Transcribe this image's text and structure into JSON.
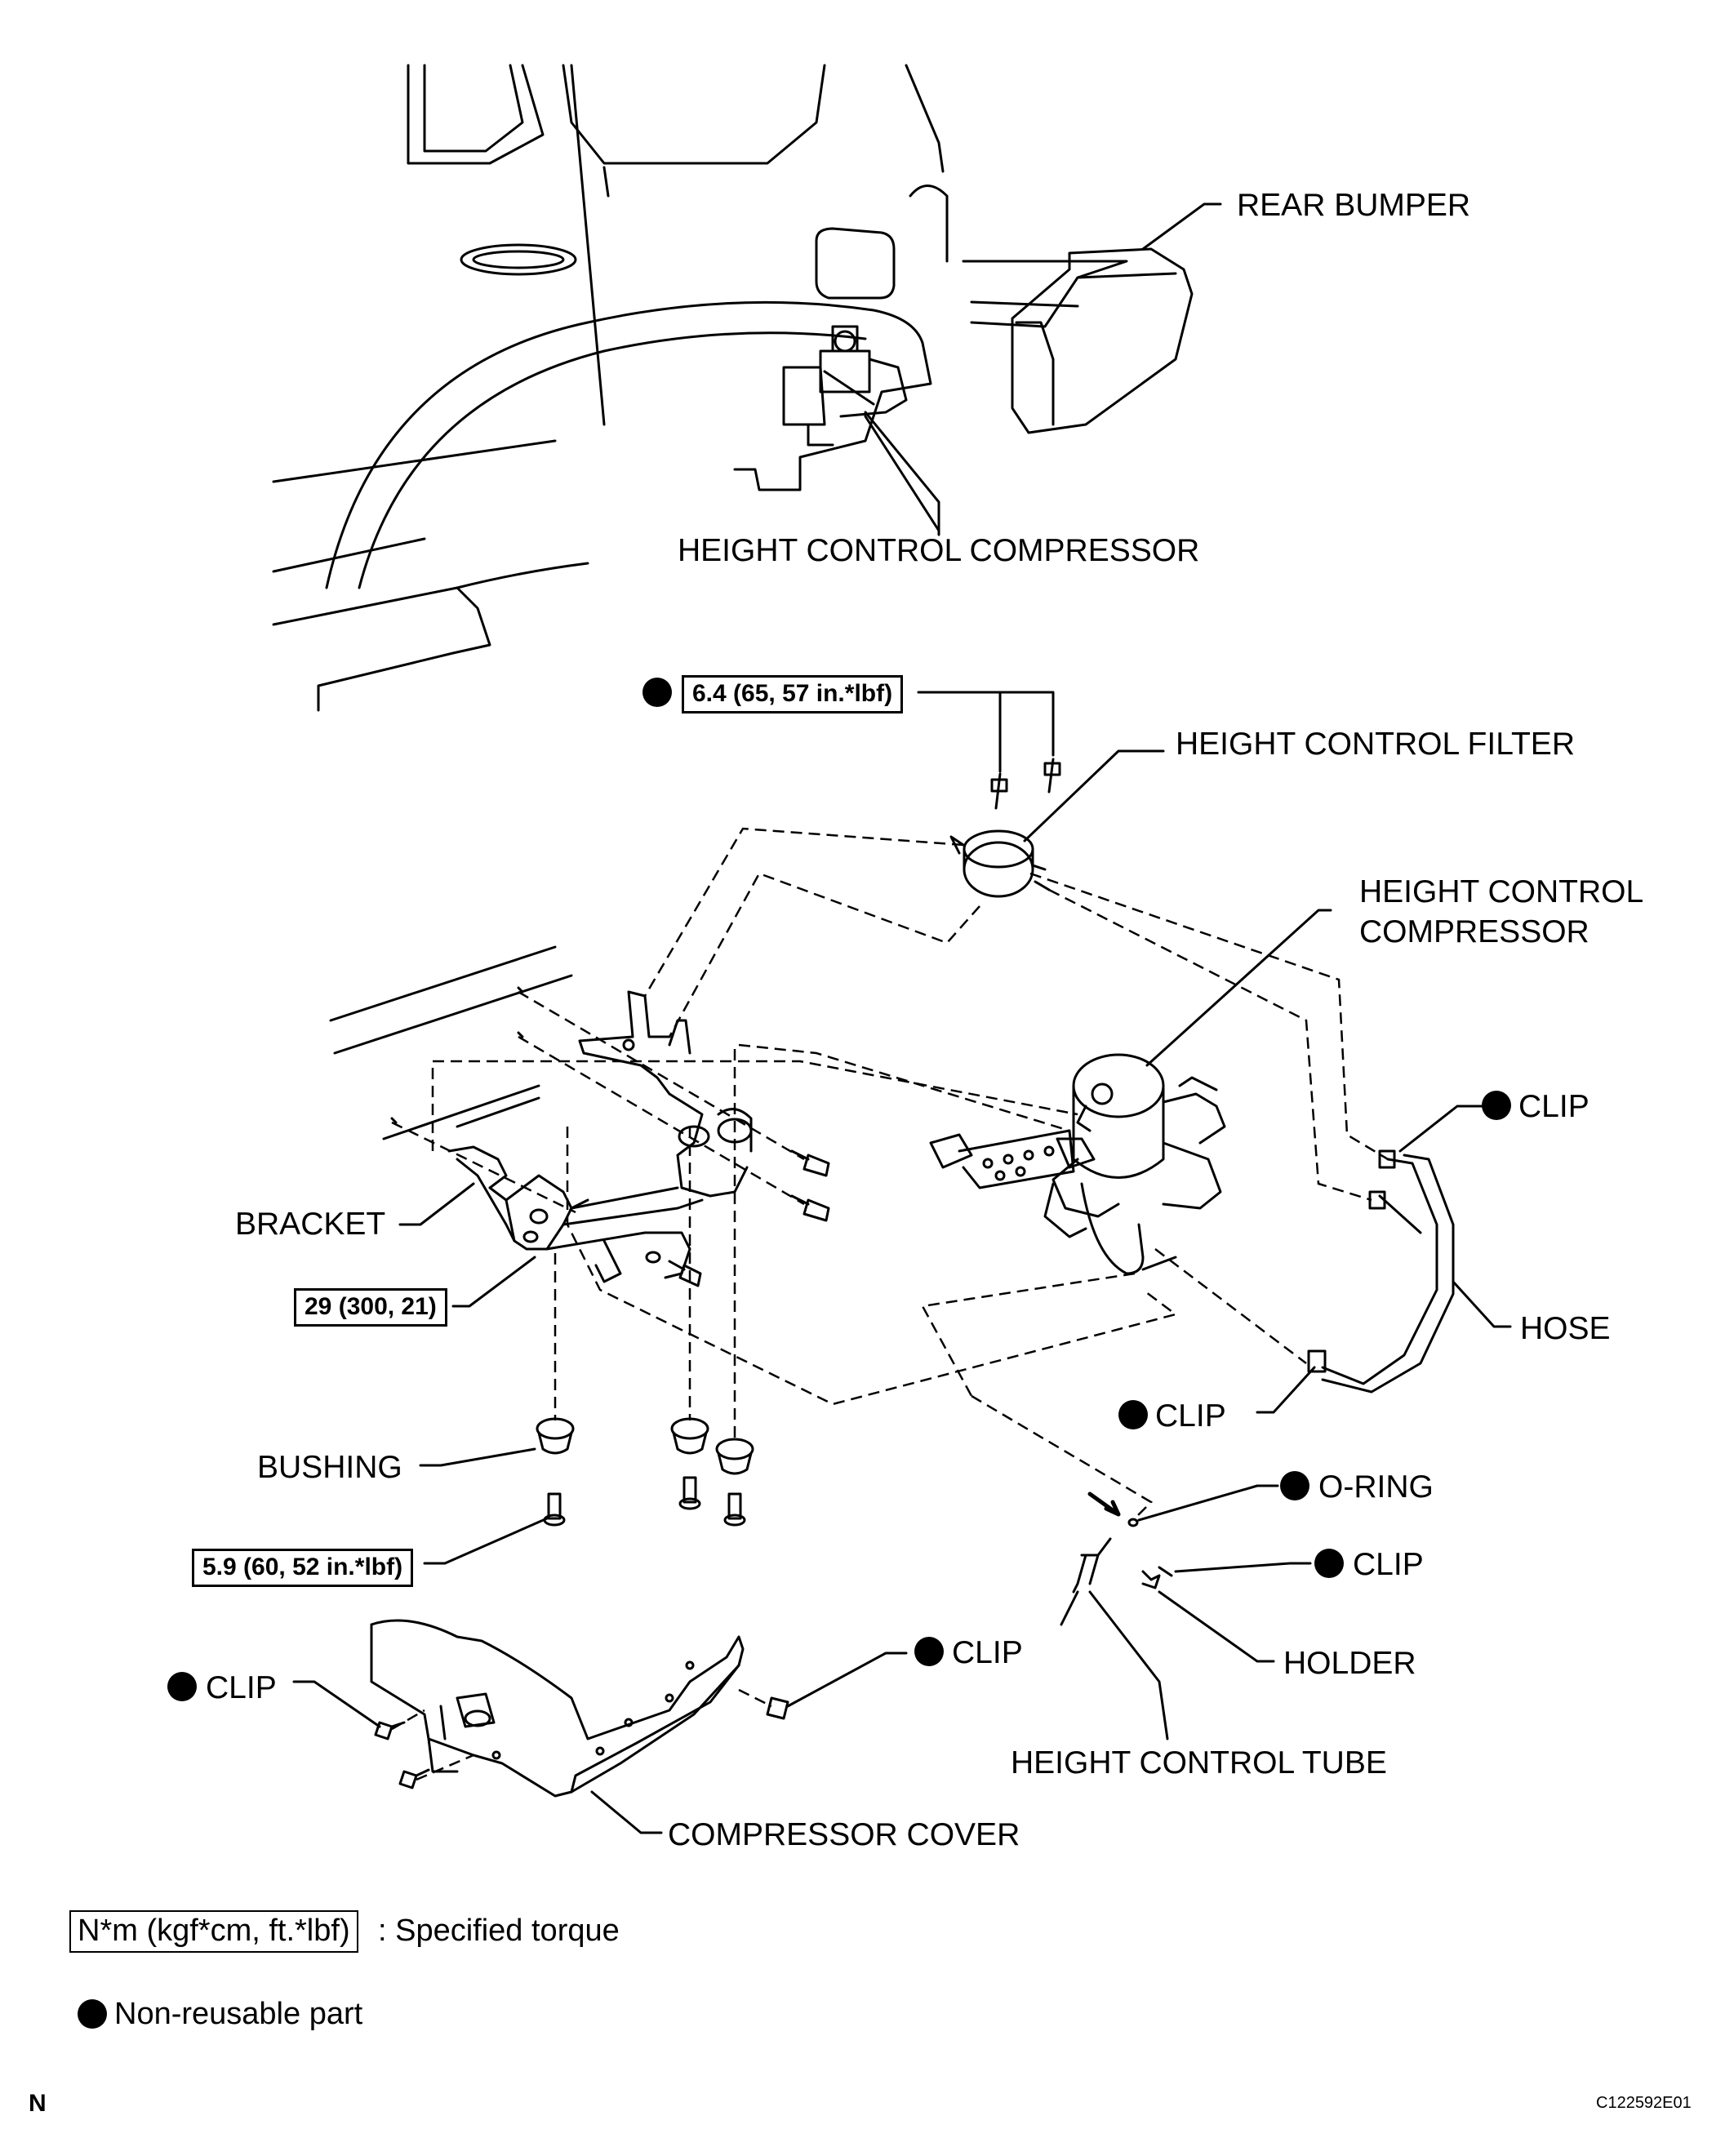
{
  "labels": {
    "rear_bumper": "REAR BUMPER",
    "compressor_top": "HEIGHT CONTROL COMPRESSOR",
    "filter": "HEIGHT CONTROL FILTER",
    "compressor_line1": "HEIGHT CONTROL",
    "compressor_line2": "COMPRESSOR",
    "clip_hose": "CLIP",
    "hose": "HOSE",
    "bracket": "BRACKET",
    "clip_lower_hose": "CLIP",
    "bushing": "BUSHING",
    "o_ring": "O-RING",
    "clip_holder": "CLIP",
    "holder": "HOLDER",
    "tube": "HEIGHT CONTROL TUBE",
    "clip_cover_right": "CLIP",
    "clip_cover_left": "CLIP",
    "cover": "COMPRESSOR COVER"
  },
  "torque": {
    "filter": "6.4 (65, 57 in.*lbf)",
    "bracket": "29 (300, 21)",
    "bushing_bolt": "5.9 (60, 52 in.*lbf)"
  },
  "legend": {
    "torque_units": "N*m (kgf*cm, ft.*lbf)",
    "torque_text": ": Specified torque",
    "nonreusable_text": "Non-reusable part"
  },
  "footer": {
    "north": "N",
    "figure_id": "C122592E01"
  }
}
